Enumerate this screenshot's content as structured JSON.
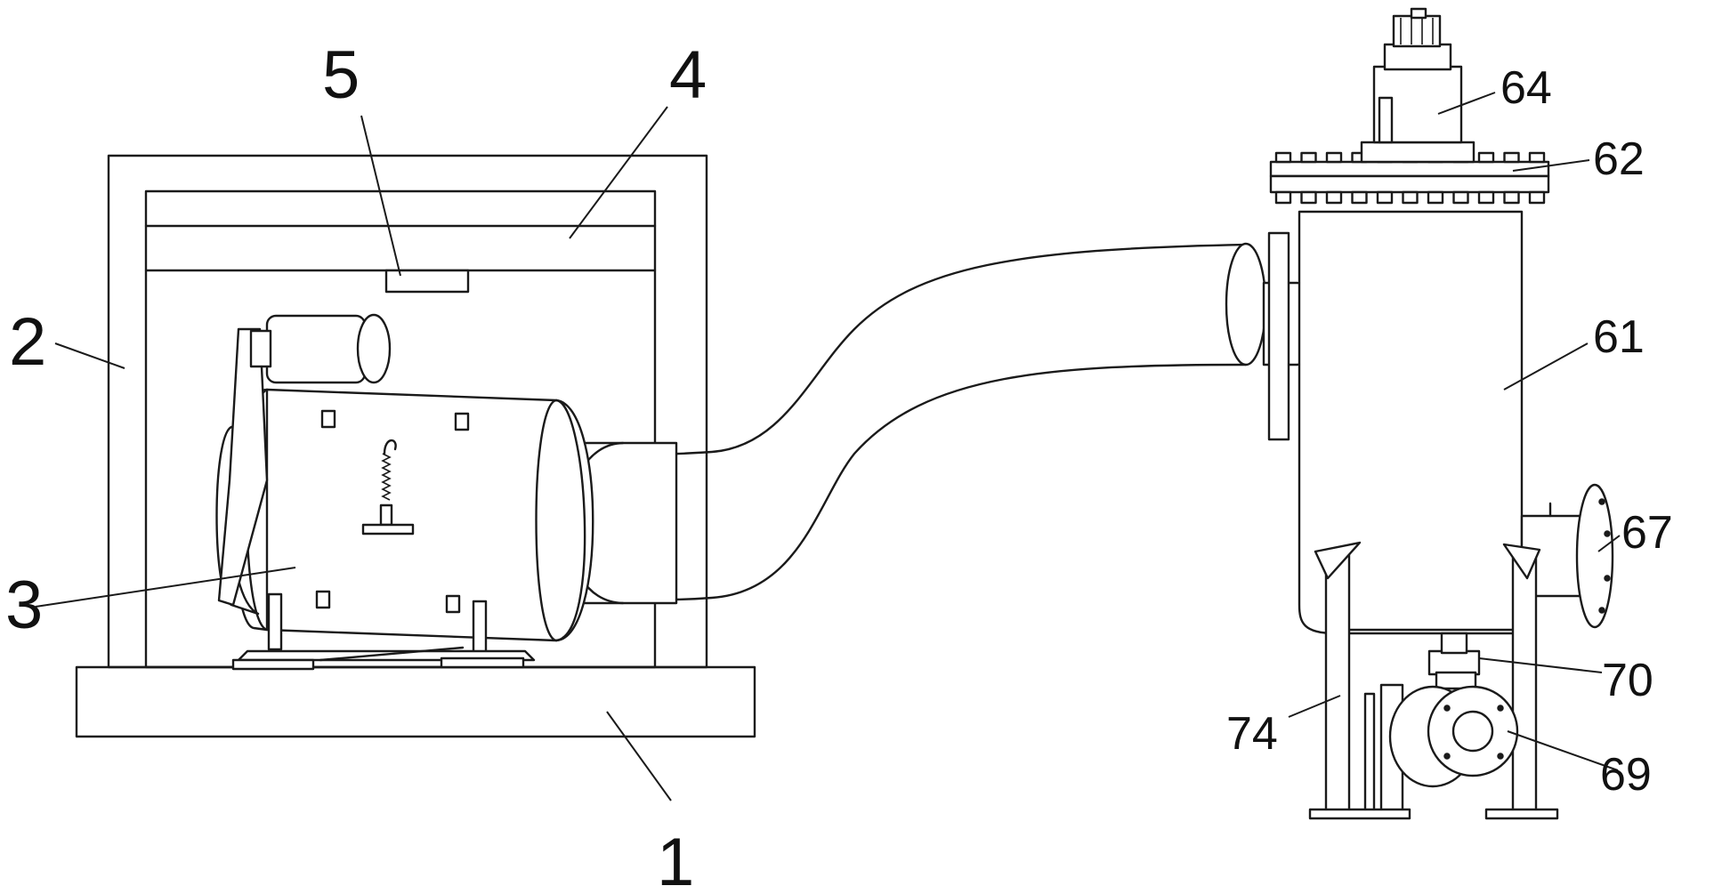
{
  "figure": {
    "callouts": [
      {
        "key": "c1",
        "text": "1"
      },
      {
        "key": "c2",
        "text": "2"
      },
      {
        "key": "c3",
        "text": "3"
      },
      {
        "key": "c4",
        "text": "4"
      },
      {
        "key": "c5",
        "text": "5"
      },
      {
        "key": "c61",
        "text": "61"
      },
      {
        "key": "c62",
        "text": "62"
      },
      {
        "key": "c64",
        "text": "64"
      },
      {
        "key": "c67",
        "text": "67"
      },
      {
        "key": "c69",
        "text": "69"
      },
      {
        "key": "c70",
        "text": "70"
      },
      {
        "key": "c74",
        "text": "74"
      }
    ]
  },
  "colors": {
    "line": "#1a1a1a",
    "background": "#ffffff"
  }
}
